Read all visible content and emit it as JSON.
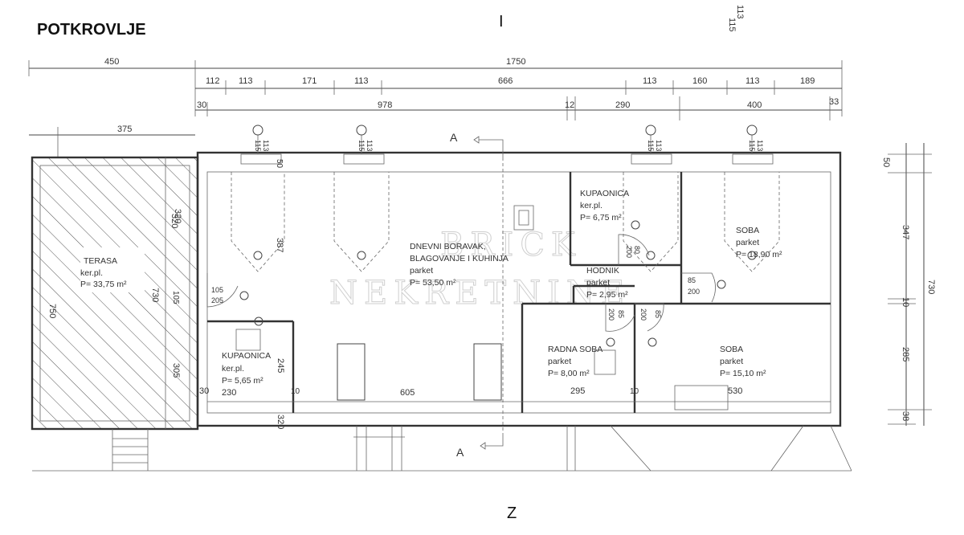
{
  "title": "POTKROVLJE",
  "orientation": {
    "top": "I",
    "bottom": "Z"
  },
  "watermark": {
    "line1": "BRICK",
    "line2": "NEKRETNINE"
  },
  "section_marker": "A",
  "dimensions": {
    "top_row1": [
      "450",
      "1750"
    ],
    "top_row2": [
      "112",
      "113",
      "171",
      "113",
      "666",
      "113",
      "160",
      "113",
      "189"
    ],
    "top_row3": [
      "30",
      "978",
      "12",
      "290",
      "400",
      "33"
    ],
    "terrace_width": "375",
    "right_side": [
      "50",
      "347",
      "730",
      "10",
      "285",
      "38"
    ],
    "left_side": [
      "750",
      "730",
      "320"
    ],
    "windows": [
      "115",
      "113"
    ],
    "interior": [
      "320",
      "387",
      "105",
      "205",
      "105",
      "305",
      "245",
      "230",
      "30",
      "10",
      "605",
      "295",
      "10",
      "530",
      "320",
      "80",
      "200",
      "85",
      "200",
      "200",
      "85",
      "200",
      "85"
    ],
    "corner_top_right": [
      "115",
      "113"
    ]
  },
  "rooms": {
    "terasa": {
      "name": "TERASA",
      "floor": "ker.pl.",
      "area": "P= 33,75 m²"
    },
    "kupaonica_1": {
      "name": "KUPAONICA",
      "floor": "ker.pl.",
      "area": "P= 5,65 m²"
    },
    "dnevni": {
      "name": "DNEVNI BORAVAK,",
      "name2": "BLAGOVANJE I KUHINJA",
      "floor": "parket",
      "area": "P= 53,50 m²"
    },
    "kupaonica_2": {
      "name": "KUPAONICA",
      "floor": "ker.pl.",
      "area": "P= 6,75 m²"
    },
    "hodnik": {
      "name": "HODNIK",
      "floor": "parket",
      "area": "P= 2,95 m²"
    },
    "soba_1": {
      "name": "SOBA",
      "floor": "parket",
      "area": "P= 18,90 m²"
    },
    "radna_soba": {
      "name": "RADNA SOBA",
      "floor": "parket",
      "area": "P= 8,00 m²"
    },
    "soba_2": {
      "name": "SOBA",
      "floor": "parket",
      "area": "P= 15,10 m²"
    }
  }
}
